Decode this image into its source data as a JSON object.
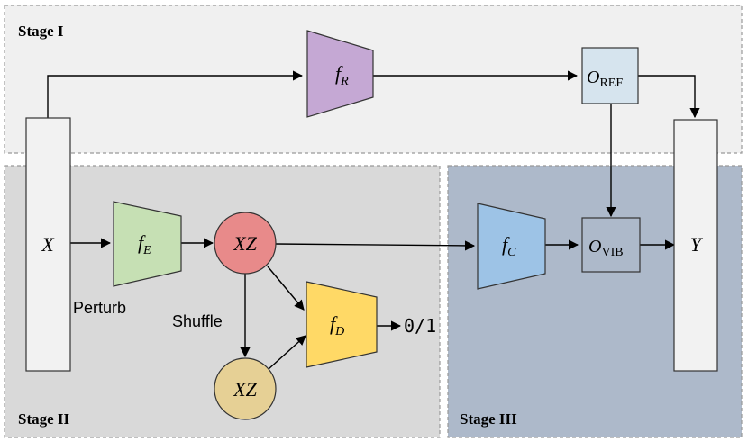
{
  "stages": {
    "stage1": {
      "label": "Stage I",
      "fill": "#f0f0f0"
    },
    "stage2": {
      "label": "Stage II",
      "fill": "#d9d9d9"
    },
    "stage3": {
      "label": "Stage III",
      "fill": "#adb9ca"
    }
  },
  "nodes": {
    "x": {
      "label": "X"
    },
    "y": {
      "label": "Y"
    },
    "fr": {
      "base": "f",
      "sub": "R",
      "color": "#c5a8d4"
    },
    "fe": {
      "base": "f",
      "sub": "E",
      "color": "#c6e0b4"
    },
    "fc": {
      "base": "f",
      "sub": "C",
      "color": "#9dc3e6"
    },
    "fd": {
      "base": "f",
      "sub": "D",
      "color": "#ffd966"
    },
    "xz1": {
      "label": "XZ",
      "color": "#e88a8a"
    },
    "xz2": {
      "label": "XZ",
      "color": "#e6d095"
    },
    "oref": {
      "base": "O",
      "sub": "REF",
      "color": "#d6e4ee"
    },
    "ovib": {
      "base": "O",
      "sub": "VIB",
      "color": "#adb9ca"
    }
  },
  "edge_labels": {
    "perturb": "Perturb",
    "shuffle": "Shuffle",
    "output": "0/1"
  }
}
